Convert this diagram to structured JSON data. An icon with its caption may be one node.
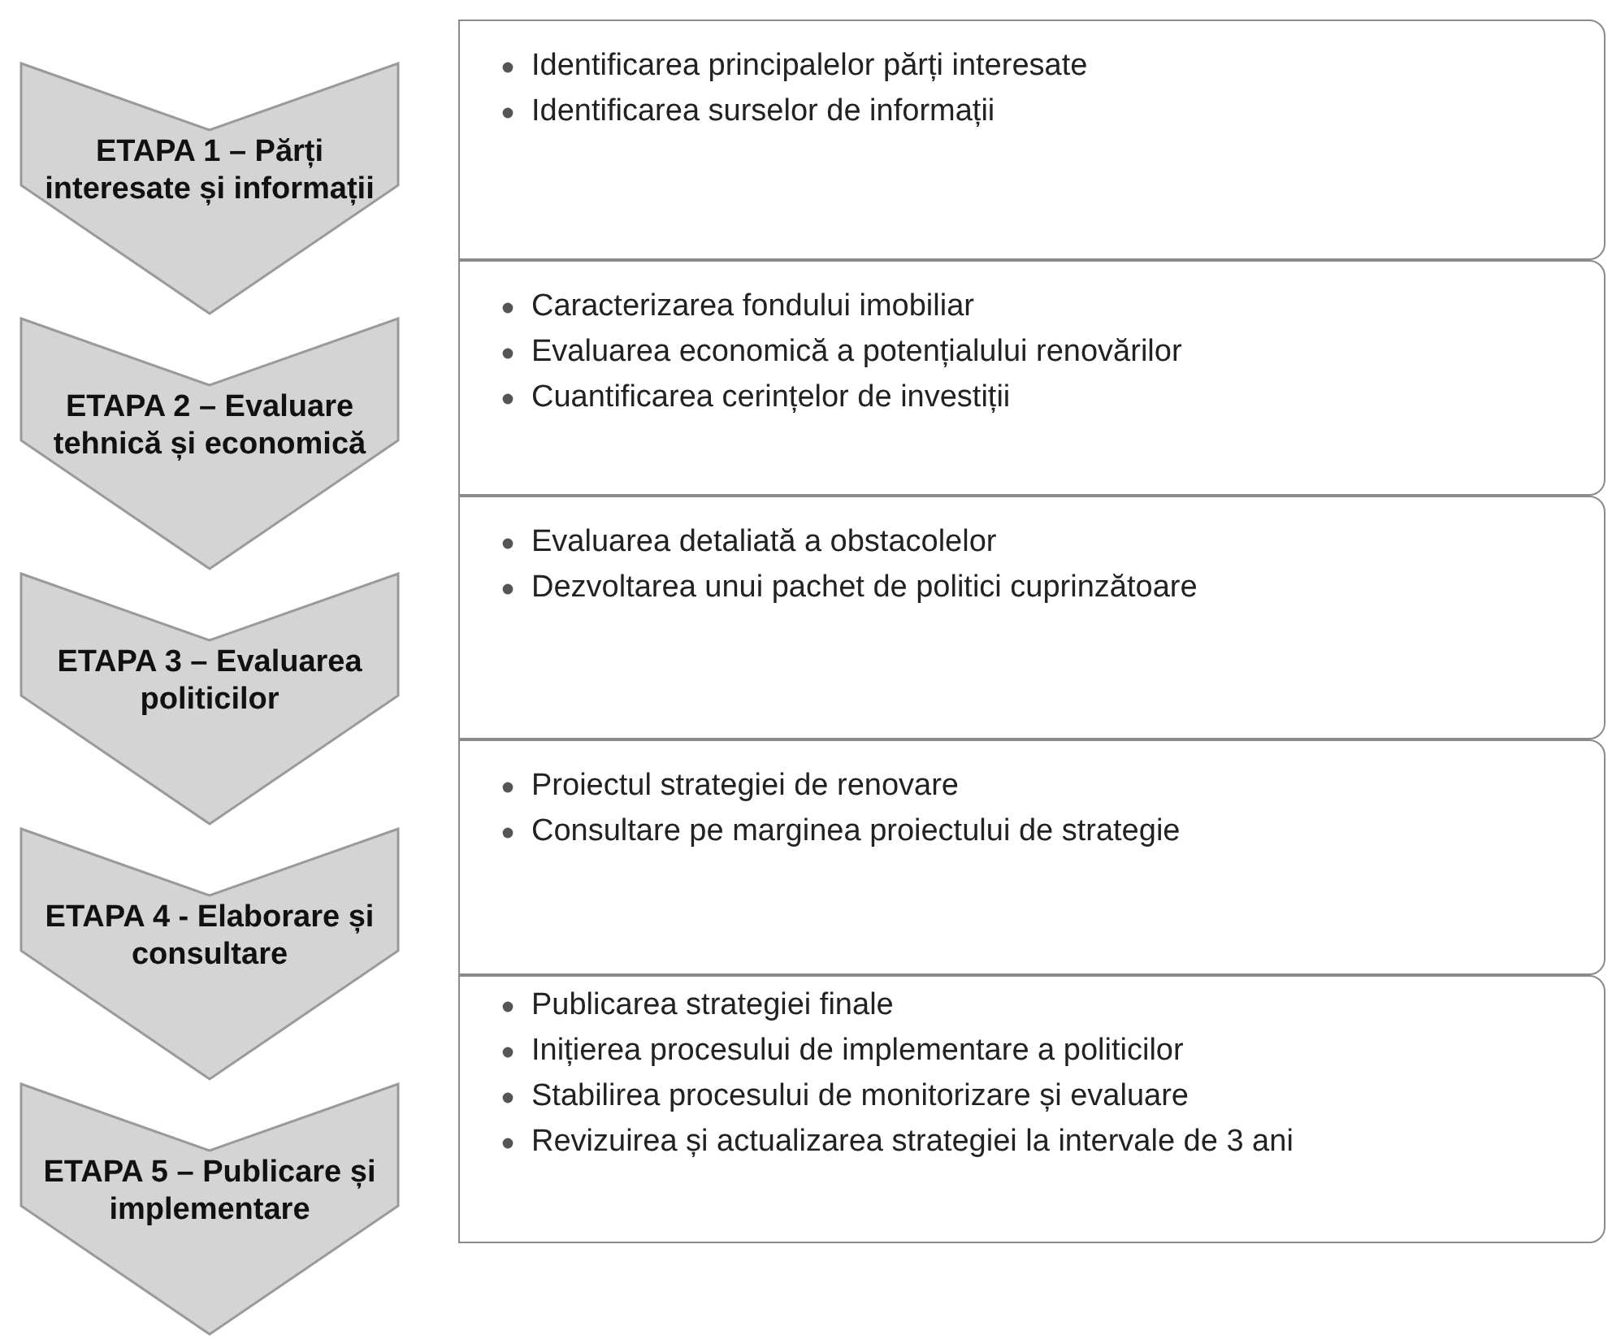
{
  "diagram": {
    "nodes": [
      {
        "text": [
          "ETAPA 1 – Părți interesate și informații"
        ]
      },
      {
        "text": [
          "ETAPA 2 – Evaluare tehnică și economică"
        ]
      },
      {
        "text": [
          "ETAPA 3 – Evaluarea politicilor"
        ]
      },
      {
        "text": [
          "ETAPA 4 - Elaborare și consultare"
        ]
      },
      {
        "text": [
          "ETAPA 5 – Publicare și implementare"
        ]
      },
      {
        "text": [
          "Identificarea principalelor părți interesate",
          "Identificarea surselor de informații"
        ]
      },
      {
        "text": [
          "Caracterizarea fondului imobiliar",
          "Evaluarea economică a potențialului renovărilor",
          "Cuantificarea cerințelor de investiții"
        ]
      },
      {
        "text": [
          "Evaluarea detaliată a obstacolelor",
          "Dezvoltarea unui pachet de politici cuprinzătoare"
        ]
      },
      {
        "text": [
          "Proiectul strategiei de renovare",
          "Consultare pe marginea proiectului de strategie"
        ]
      },
      {
        "text": [
          "Publicarea strategiei finale",
          "Inițierea procesului de implementare a politicilor",
          "Stabilirea procesului de monitorizare și evaluare",
          "Revizuirea și actualizarea strategiei la intervale de 3 ani"
        ]
      }
    ]
  }
}
